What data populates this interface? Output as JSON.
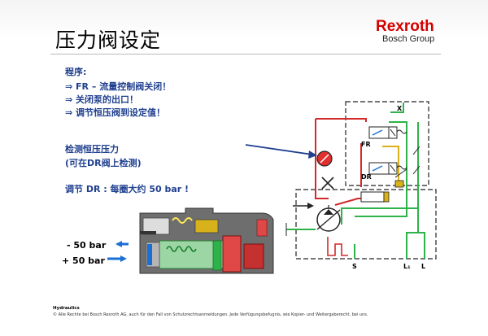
{
  "slide": {
    "title": "压力阀设定",
    "brand": "Rexroth",
    "group": "Bosch Group"
  },
  "text": {
    "procedure_heading": "程序:",
    "steps": [
      "⇒ FR – 流量控制阀关闭！",
      "⇒ 关闭泵的出口！",
      "⇒ 调节恒压阀到设定值！"
    ],
    "check_line1": "检测恒压压力",
    "check_line2": "(可在DR阀上检测)",
    "adjust": "调节 DR : 每圈大约 50 bar !",
    "minus": "- 50 bar",
    "plus": "+ 50 bar"
  },
  "schematic": {
    "port_x": "X",
    "fr": "FR",
    "dr": "DR",
    "port_s": "S",
    "port_l1": "L₁",
    "port_l": "L"
  },
  "footer": {
    "line1": "Hydraulics",
    "line2": "© Alle Rechte bei Bosch Rexroth AG, auch für den Fall von Schutzrechtsanmeldungen. Jede Verfügungsbefugnis, wie Kopier- und Weitergaberecht, bei uns."
  },
  "colors": {
    "brand_red": "#d40000",
    "text_blue": "#1f3f8f",
    "line_green": "#2db34a",
    "line_red": "#d22a2a",
    "line_yellow": "#d8b21a",
    "valve_blue": "#1a6fd6"
  }
}
